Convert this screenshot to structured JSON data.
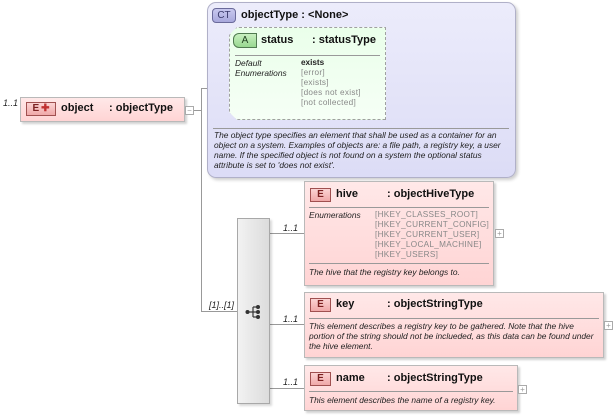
{
  "root": {
    "cardinality": "1..1",
    "badge": "E",
    "name": "object",
    "type": ": objectType",
    "collapse_symbol": "−"
  },
  "complex_type": {
    "badge": "CT",
    "title": "objectType : <None>",
    "attribute": {
      "badge": "A",
      "name": "status",
      "type": ": statusType",
      "default_label": "Default",
      "default_value": "exists",
      "enumerations_label": "Enumerations",
      "enumerations": [
        "[error]",
        "[exists]",
        "[does not exist]",
        "[not collected]"
      ]
    },
    "description": "The object type specifies an element that shall be used as a container for an object on a system. Examples of objects are: a file path, a registry key, a user name. If the specified object is not found on a system the optional status attribute is set to 'does not exist'."
  },
  "sequence": {
    "cardinality": "[1]..[1]",
    "icon": "sequence-icon"
  },
  "children": [
    {
      "cardinality": "1..1",
      "badge": "E",
      "name": "hive",
      "type": ": objectHiveType",
      "enumerations_label": "Enumerations",
      "enumerations": [
        "[HKEY_CLASSES_ROOT]",
        "[HKEY_CURRENT_CONFIG]",
        "[HKEY_CURRENT_USER]",
        "[HKEY_LOCAL_MACHINE]",
        "[HKEY_USERS]"
      ],
      "description": "The hive that the registry key belongs to.",
      "expand_symbol": "+"
    },
    {
      "cardinality": "1..1",
      "badge": "E",
      "name": "key",
      "type": ": objectStringType",
      "description": "This element describes a registry key to be gathered.  Note that the hive portion of the string should not be inclueded, as this data can be found under the hive element.",
      "expand_symbol": "+"
    },
    {
      "cardinality": "1..1",
      "badge": "E",
      "name": "name",
      "type": ": objectStringType",
      "description": "This element describes the name of a registry key.",
      "expand_symbol": "+"
    }
  ]
}
